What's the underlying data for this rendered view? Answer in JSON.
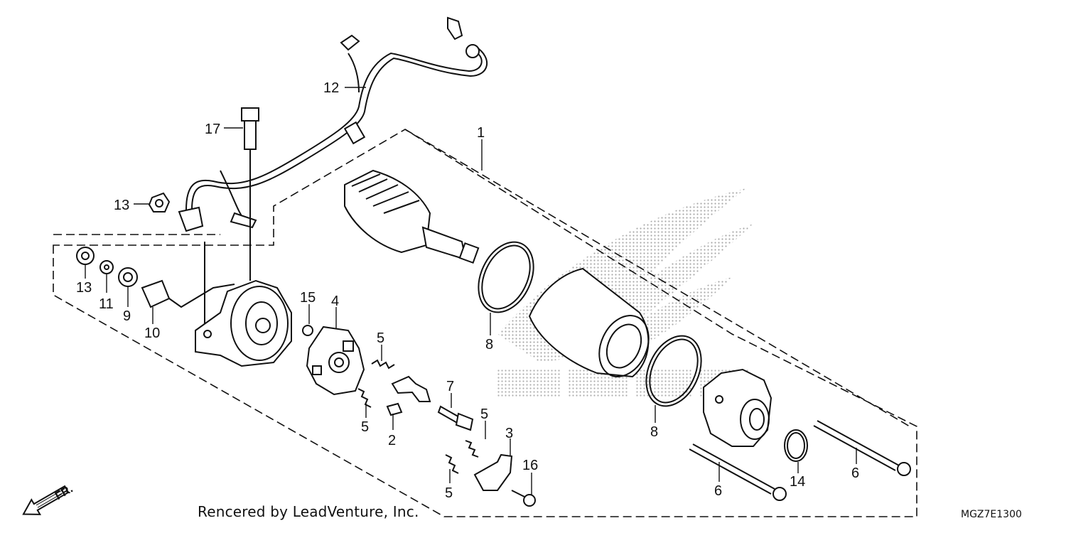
{
  "credit": "Rencered by LeadVenture, Inc.",
  "diagram_code": "MGZ7E1300",
  "direction_label": "FR.",
  "watermark": {
    "icon": "honda-wing-logo-icon",
    "text": "HONDA"
  },
  "callouts": [
    {
      "id": "c1",
      "label": "1",
      "part": "starter-motor-assembly"
    },
    {
      "id": "c2",
      "label": "2",
      "part": "brush-holder-terminal"
    },
    {
      "id": "c3",
      "label": "3",
      "part": "terminal-plate"
    },
    {
      "id": "c4",
      "label": "4",
      "part": "brush-holder"
    },
    {
      "id": "c5a",
      "label": "5",
      "part": "brush-spring"
    },
    {
      "id": "c5b",
      "label": "5",
      "part": "brush-spring"
    },
    {
      "id": "c5c",
      "label": "5",
      "part": "brush-spring"
    },
    {
      "id": "c5d",
      "label": "5",
      "part": "brush-spring"
    },
    {
      "id": "c6a",
      "label": "6",
      "part": "through-bolt"
    },
    {
      "id": "c6b",
      "label": "6",
      "part": "through-bolt"
    },
    {
      "id": "c7",
      "label": "7",
      "part": "terminal-bolt"
    },
    {
      "id": "c8a",
      "label": "8",
      "part": "o-ring"
    },
    {
      "id": "c8b",
      "label": "8",
      "part": "o-ring"
    },
    {
      "id": "c9",
      "label": "9",
      "part": "insulator"
    },
    {
      "id": "c10",
      "label": "10",
      "part": "terminal-insulator"
    },
    {
      "id": "c11",
      "label": "11",
      "part": "washer"
    },
    {
      "id": "c12",
      "label": "12",
      "part": "starter-motor-cable"
    },
    {
      "id": "c13a",
      "label": "13",
      "part": "nut"
    },
    {
      "id": "c13b",
      "label": "13",
      "part": "nut"
    },
    {
      "id": "c14",
      "label": "14",
      "part": "o-ring-small"
    },
    {
      "id": "c15",
      "label": "15",
      "part": "nut-small"
    },
    {
      "id": "c16",
      "label": "16",
      "part": "screw"
    },
    {
      "id": "c17",
      "label": "17",
      "part": "flange-bolt"
    }
  ]
}
